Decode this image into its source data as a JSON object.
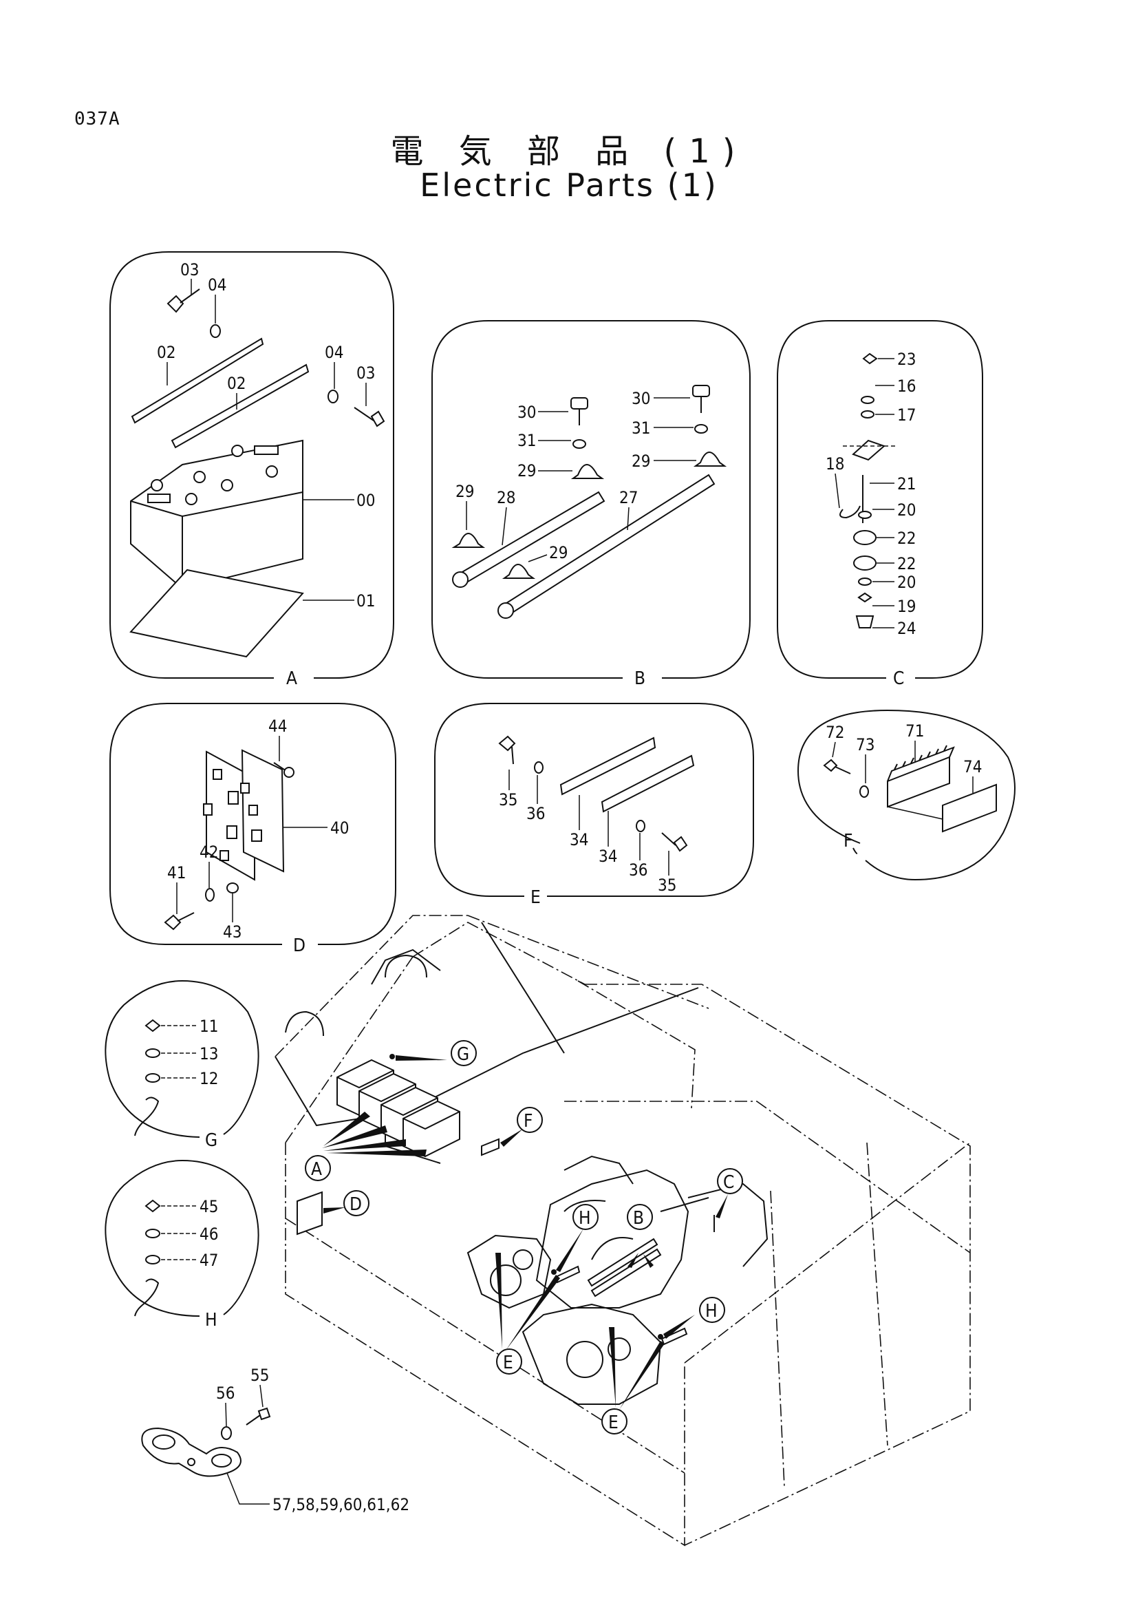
{
  "page_code": "037A",
  "title_jp": "電 気 部 品 (1)",
  "title_en": "Electric Parts (1)",
  "detail_views": {
    "A": {
      "label": "A",
      "parts": [
        "03",
        "04",
        "02",
        "02",
        "04",
        "03",
        "00",
        "01"
      ]
    },
    "B": {
      "label": "B",
      "parts": [
        "30",
        "31",
        "29",
        "29",
        "28",
        "29",
        "30",
        "31",
        "29",
        "27"
      ]
    },
    "C": {
      "label": "C",
      "parts": [
        "23",
        "16",
        "17",
        "18",
        "21",
        "20",
        "22",
        "22",
        "20",
        "19",
        "24"
      ]
    },
    "D": {
      "label": "D",
      "parts": [
        "44",
        "40",
        "41",
        "42",
        "43"
      ]
    },
    "E": {
      "label": "E",
      "parts": [
        "35",
        "36",
        "34",
        "34",
        "36",
        "35"
      ]
    },
    "F": {
      "label": "F",
      "parts": [
        "72",
        "73",
        "71",
        "74"
      ]
    },
    "G": {
      "label": "G",
      "parts": [
        "11",
        "13",
        "12"
      ]
    },
    "H": {
      "label": "H",
      "parts": [
        "45",
        "46",
        "47"
      ]
    }
  },
  "clamp_parts": {
    "p55": "55",
    "p56": "56",
    "p57": "57,58,59,60,61,62"
  },
  "location_callouts": [
    "G",
    "F",
    "A",
    "D",
    "C",
    "H",
    "B",
    "H",
    "E",
    "E"
  ]
}
